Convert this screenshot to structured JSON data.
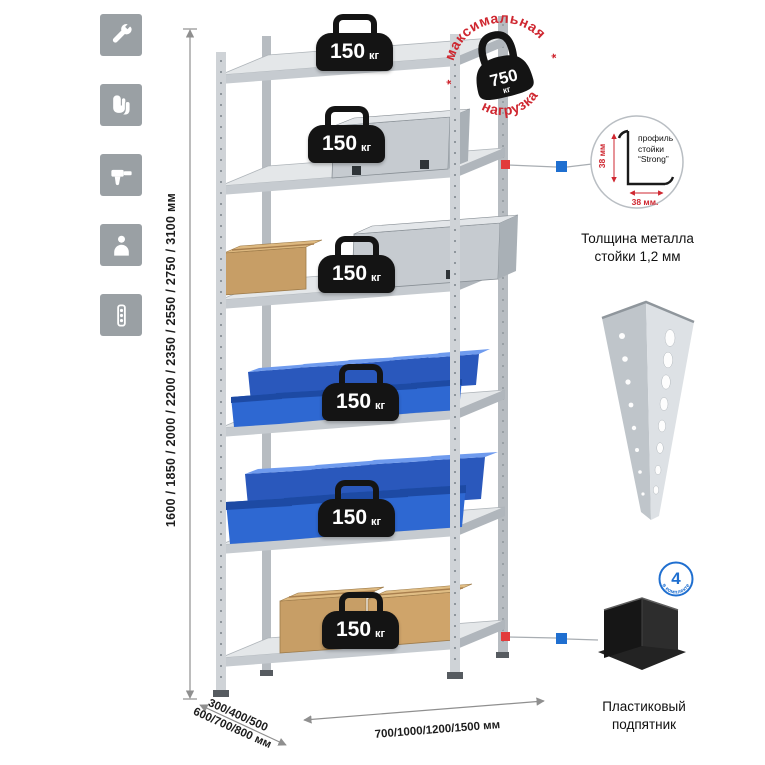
{
  "colors": {
    "accent_red": "#cf2730",
    "accent_blue": "#1f6fd0",
    "metal_light": "#e4e7e9",
    "metal_mid": "#c6cbd0",
    "bin_blue": "#2e68d2",
    "cardboard": "#c79e66",
    "weight_black": "#141414",
    "icon_gray": "#9aa0a4"
  },
  "left_toolbar": {
    "icons": [
      "wrench-icon",
      "gloves-icon",
      "drill-icon",
      "person-icon",
      "fasteners-icon"
    ]
  },
  "dimensions": {
    "height_label": "1600 / 1850 / 2000 / 2200 / 2350 / 2550 / 2750 / 3100 мм",
    "depth_label_line1": "300/400/500",
    "depth_label_line2": "600/700/800 мм",
    "width_label": "700/1000/1200/1500 мм"
  },
  "max_load_stamp": {
    "arc_top": "максимальная",
    "arc_bottom": "нагрузка",
    "star": "*",
    "weight_value": "750",
    "weight_unit": "кг"
  },
  "shelves": {
    "count": 6,
    "weights": [
      {
        "value": "150",
        "unit": "кг"
      },
      {
        "value": "150",
        "unit": "кг"
      },
      {
        "value": "150",
        "unit": "кг"
      },
      {
        "value": "150",
        "unit": "кг"
      },
      {
        "value": "150",
        "unit": "кг"
      },
      {
        "value": "150",
        "unit": "кг"
      }
    ]
  },
  "profile_detail": {
    "dim_vertical": "38 мм",
    "dim_horizontal": "38 мм.",
    "label_line1": "профиль",
    "label_line2": "стойки",
    "label_line3": "“Strong”",
    "caption_line1": "Толщина металла",
    "caption_line2": "стойки 1,2 мм"
  },
  "foot_detail": {
    "badge_value": "4",
    "badge_text": "в комплекте",
    "caption_line1": "Пластиковый",
    "caption_line2": "подпятник"
  }
}
